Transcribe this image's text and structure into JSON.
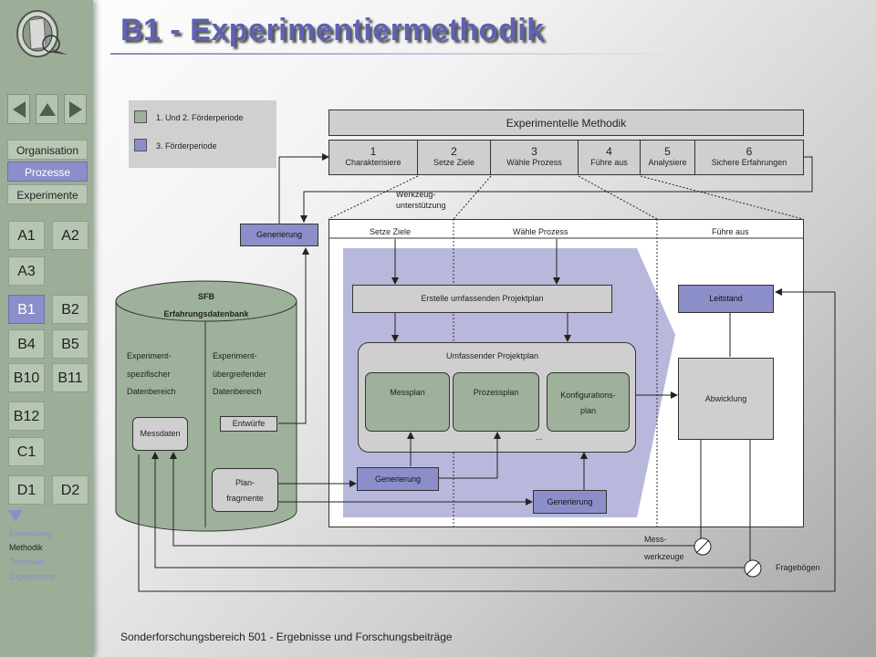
{
  "title": "B1 - Experimentiermethodik",
  "footer": "Sonderforschungsbereich 501 - Ergebnisse und Forschungsbeiträge",
  "sidebar": {
    "menu": [
      "Organisation",
      "Prozesse",
      "Experimente"
    ],
    "tiles": [
      "A1",
      "A2",
      "A3",
      "B1",
      "B2",
      "B4",
      "B5",
      "B10",
      "B11",
      "B12",
      "C1",
      "D1",
      "D2"
    ],
    "selected_tile": "B1",
    "subnav": [
      "Einordnung",
      "Methodik",
      "Techniken",
      "Experimente"
    ],
    "active_subnav": "Methodik"
  },
  "legend": {
    "item1": "1. Und 2. Förderperiode",
    "item2": "3. Förderperiode",
    "color1": "#9eb19b",
    "color2": "#8c8ec9"
  },
  "diagram": {
    "method_header": "Experimentelle Methodik",
    "steps": [
      {
        "num": "1",
        "label": "Charakterisiere"
      },
      {
        "num": "2",
        "label": "Setze Ziele"
      },
      {
        "num": "3",
        "label": "Wähle Prozess"
      },
      {
        "num": "4",
        "label": "Führe aus"
      },
      {
        "num": "5",
        "label": "Analysiere"
      },
      {
        "num": "6",
        "label": "Sichere Erfahrungen"
      }
    ],
    "tool_support_1": "Werkzeug-",
    "tool_support_2": "unterstützung",
    "generierung": "Generierung",
    "phases": [
      "Setze Ziele",
      "Wähle Prozess",
      "Führe aus"
    ],
    "create_plan": "Erstelle umfassenden Projektplan",
    "leitstand": "Leitstand",
    "plan_title": "Umfassender Projektplan",
    "messplan": "Messplan",
    "prozessplan": "Prozessplan",
    "konfig_1": "Konfigurations-",
    "konfig_2": "plan",
    "ellipsis": "...",
    "abwicklung": "Abwicklung",
    "db_title_1": "SFB",
    "db_title_2": "Erfahrungsdatenbank",
    "db_left_1": "Experiment-",
    "db_left_2": "spezifischer",
    "db_left_3": "Datenbereich",
    "db_right_1": "Experiment-",
    "db_right_2": "übergreifender",
    "db_right_3": "Datenbereich",
    "messdaten": "Messdaten",
    "entwuerfe": "Entwürfe",
    "plan_frag_1": "Plan-",
    "plan_frag_2": "fragmente",
    "mess_1": "Mess-",
    "mess_2": "werkzeuge",
    "frageboegen": "Fragebögen"
  }
}
